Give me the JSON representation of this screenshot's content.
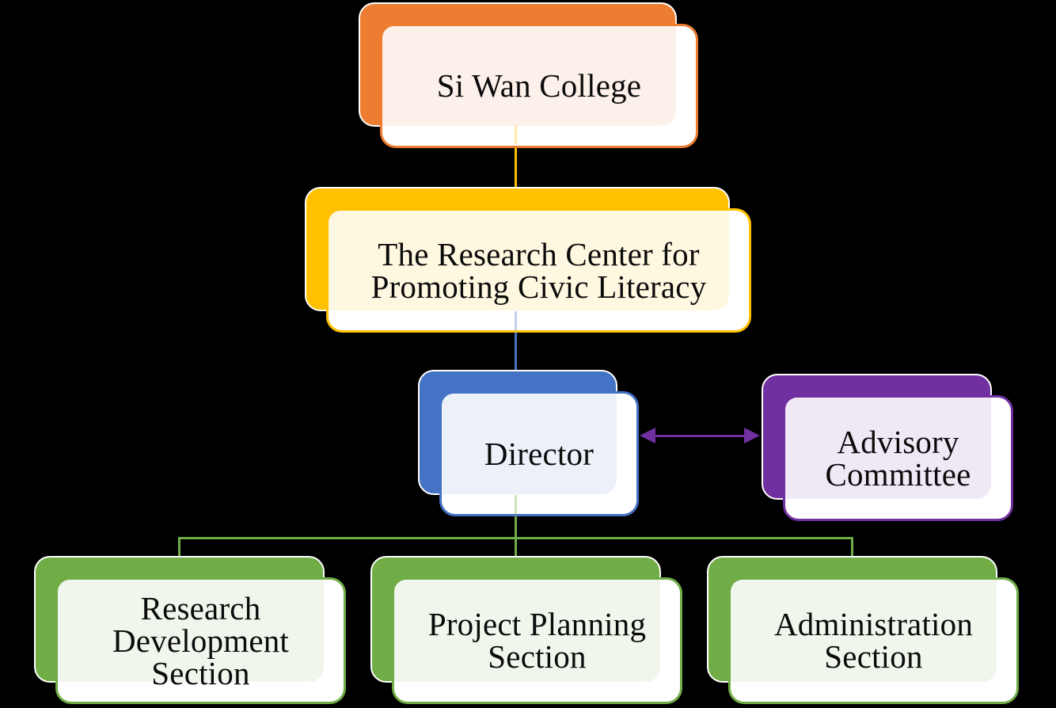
{
  "background_color": "#000000",
  "text_color": "#0b0b0b",
  "nodes": [
    {
      "label": "Si Wan College",
      "accent_color": "#ED7D31",
      "tint_color": "#FCF1EA"
    },
    {
      "label": "The Research Center for\nPromoting Civic Literacy",
      "accent_color": "#FFC000",
      "tint_color": "#FFF8E1"
    },
    {
      "label": "Director",
      "accent_color": "#4472C4",
      "tint_color": "#EBF0F9"
    },
    {
      "label": "Advisory\nCommittee",
      "accent_color": "#7030A0",
      "tint_color": "#F0E9F5"
    },
    {
      "label": "Research\nDevelopment\nSection",
      "accent_color": "#70AD47",
      "tint_color": "#F0F6EB"
    },
    {
      "label": "Project Planning\nSection",
      "accent_color": "#70AD47",
      "tint_color": "#F0F6EB"
    },
    {
      "label": "Administration\nSection",
      "accent_color": "#70AD47",
      "tint_color": "#F0F6EB"
    }
  ],
  "connectors": [
    {
      "from": "Si Wan College",
      "to": "The Research Center for Promoting Civic Literacy",
      "type": "line",
      "color": "#FFC000"
    },
    {
      "from": "The Research Center for Promoting Civic Literacy",
      "to": "Director",
      "type": "line",
      "color": "#4472C4"
    },
    {
      "from": "Director",
      "to": "Advisory Committee",
      "type": "double-arrow",
      "color": "#7030A0"
    },
    {
      "from": "Director",
      "to": "Research Development Section",
      "type": "elbow",
      "color": "#70AD47"
    },
    {
      "from": "Director",
      "to": "Project Planning Section",
      "type": "elbow",
      "color": "#70AD47"
    },
    {
      "from": "Director",
      "to": "Administration Section",
      "type": "elbow",
      "color": "#70AD47"
    }
  ]
}
